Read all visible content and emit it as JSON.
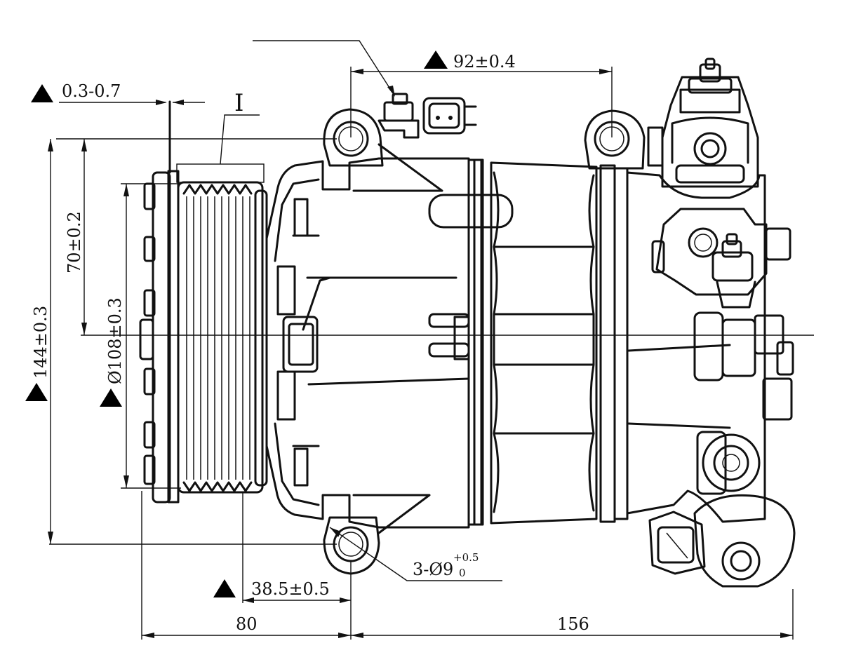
{
  "dimensions": {
    "gap": "0.3-0.7",
    "detail_marker": "I",
    "mount_spacing_top": "92±0.4",
    "height_mount_to_center": "70±0.2",
    "height_overall": "144±0.3",
    "pulley_diameter": "Ø108±0.3",
    "pulley_offset": "38.5±0.5",
    "length_left": "80",
    "length_right": "156",
    "mount_holes": "3-Ø9",
    "mount_holes_tol_upper": "+0.5",
    "mount_holes_tol_lower": "0"
  }
}
